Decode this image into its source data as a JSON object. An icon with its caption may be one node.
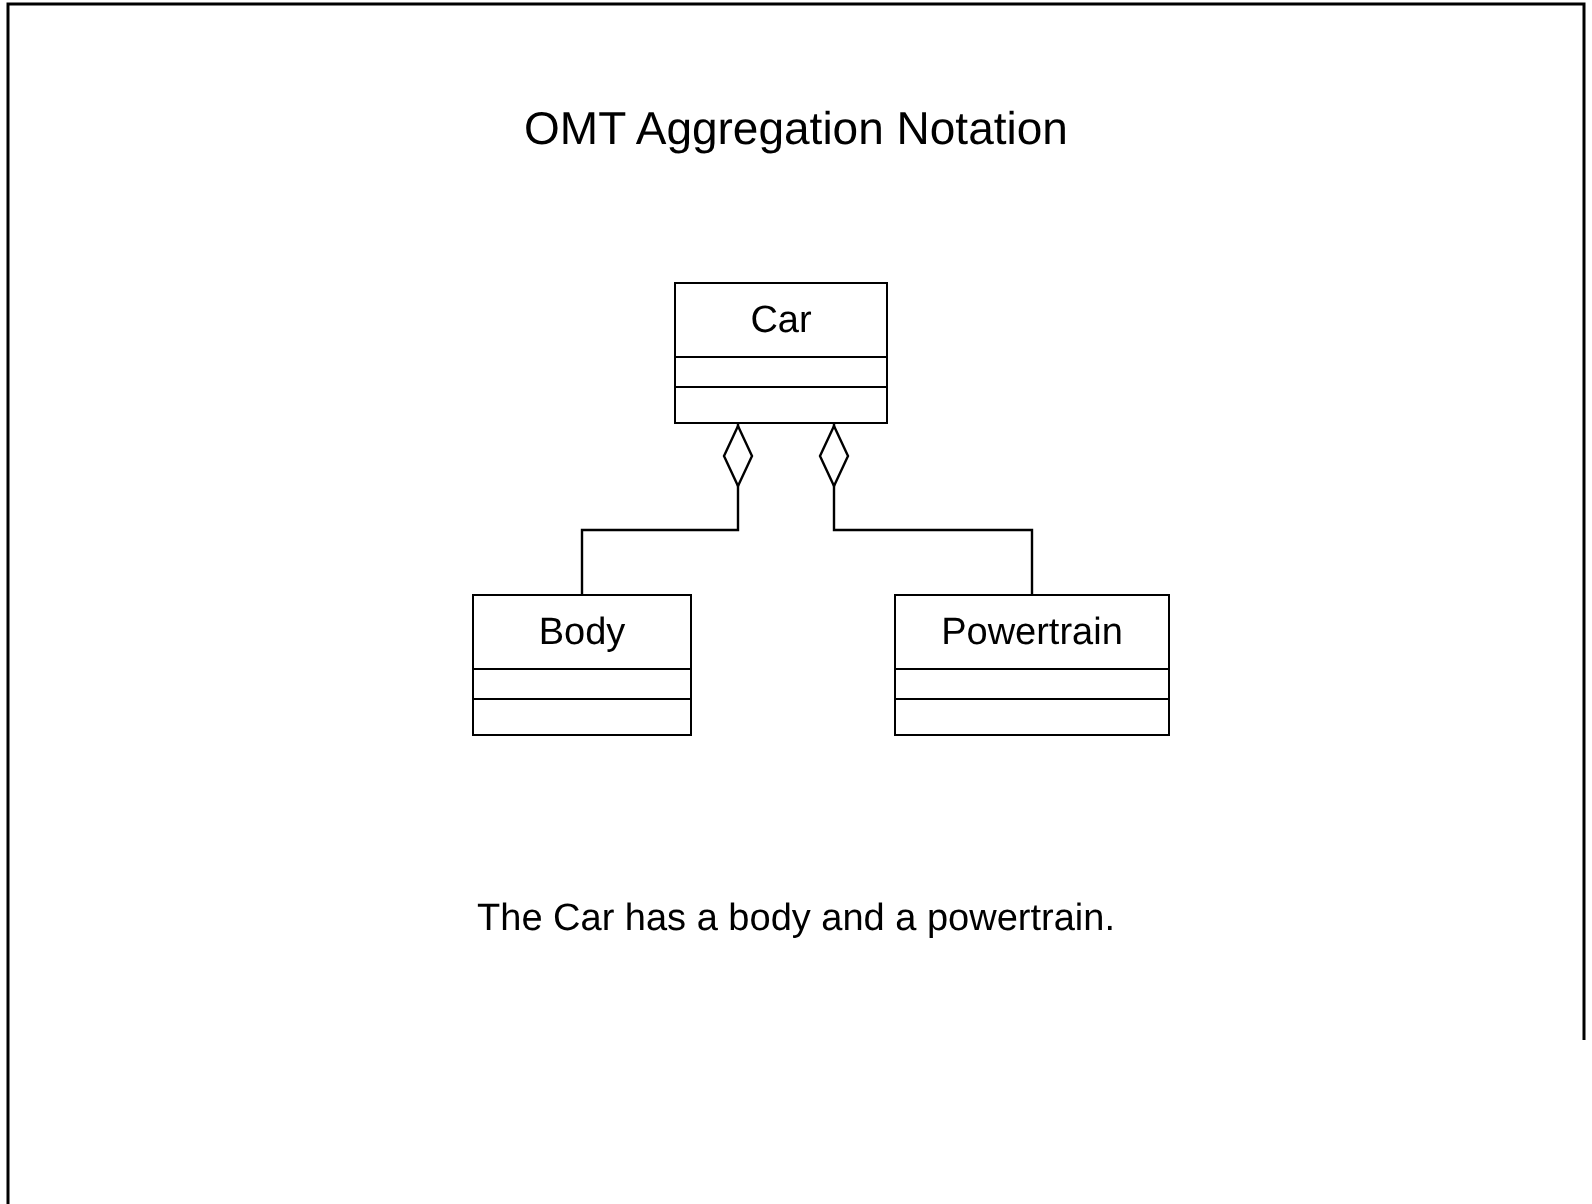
{
  "diagram": {
    "title": "OMT Aggregation Notation",
    "caption": "The Car has a body and a powertrain.",
    "nodes": [
      {
        "text": [
          "Car"
        ]
      },
      {
        "text": [
          "Body"
        ]
      },
      {
        "text": [
          "Powertrain"
        ]
      }
    ],
    "edges": [
      {
        "from": 0,
        "to": 1,
        "arrow": "other"
      },
      {
        "from": 0,
        "to": 2,
        "arrow": "other"
      }
    ]
  }
}
